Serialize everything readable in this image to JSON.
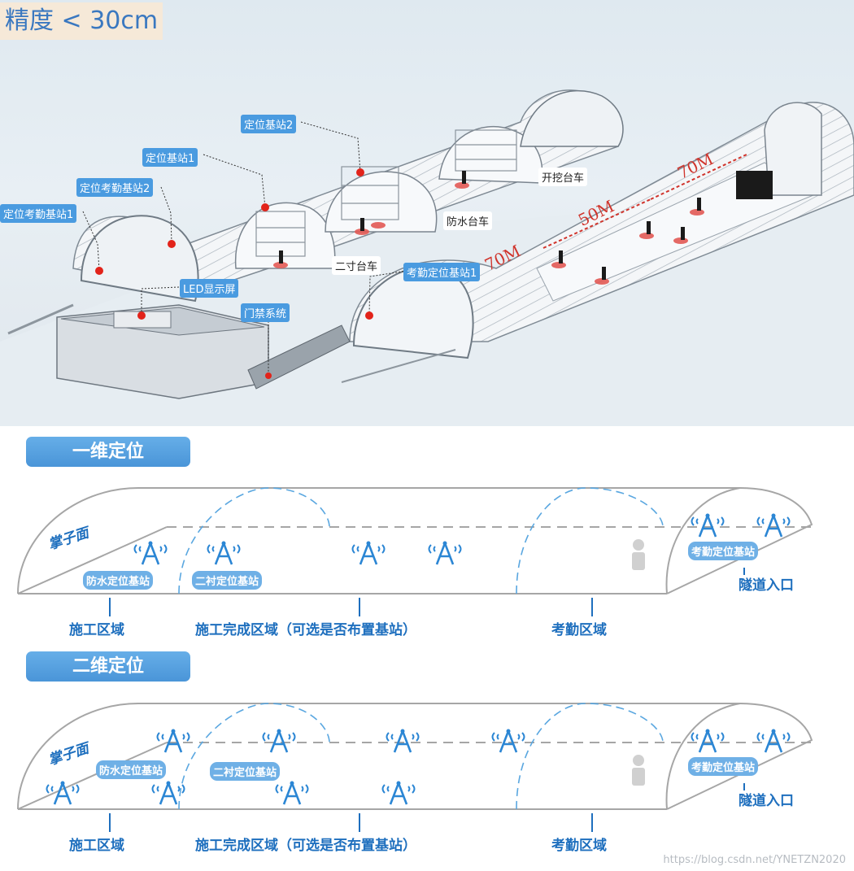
{
  "top": {
    "precision": "精度 < 30cm",
    "callouts": {
      "station2": "定位基站2",
      "station1": "定位基站1",
      "attend_station2": "定位考勤基站2",
      "attend_station1": "定位考勤基站1",
      "led": "LED显示屏",
      "gate": "门禁系统",
      "attend_loc_station1": "考勤定位基站1"
    },
    "labels": {
      "excavation": "开挖台车",
      "waterproof": "防水台车",
      "lining": "二寸台车"
    },
    "distances": [
      "70M",
      "50M",
      "70M"
    ]
  },
  "one_d": {
    "title": "一维定位",
    "face": "掌子面",
    "tags": [
      "防水定位基站",
      "二衬定位基站",
      "考勤定位基站"
    ],
    "entrance": "隧道入口",
    "zones": [
      "施工区域",
      "施工完成区域（可选是否布置基站）",
      "考勤区域"
    ]
  },
  "two_d": {
    "title": "二维定位",
    "face": "掌子面",
    "tags": [
      "防水定位基站",
      "二衬定位基站",
      "考勤定位基站"
    ],
    "entrance": "隧道入口",
    "zones": [
      "施工区域",
      "施工完成区域（可选是否布置基站）",
      "考勤区域"
    ]
  },
  "watermark": "https://blog.csdn.net/YNETZN2020",
  "colors": {
    "accent": "#4a9be0",
    "zone_text": "#1e6fbe",
    "antenna": "#2b86d4"
  }
}
